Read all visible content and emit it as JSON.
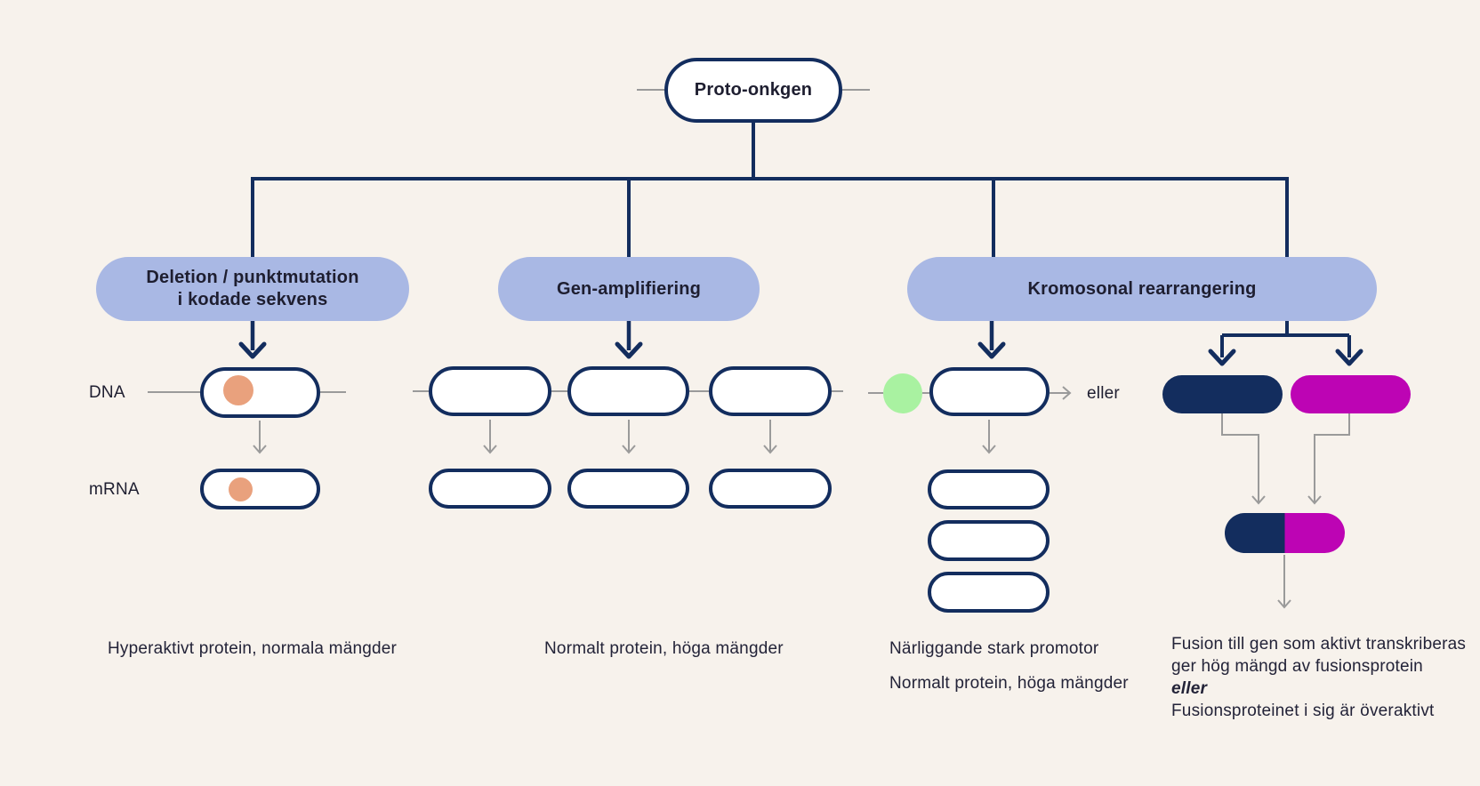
{
  "colors": {
    "bg": "#f7f2ec",
    "navy": "#132d5e",
    "lavender": "#a9b8e4",
    "orange": "#e9a17d",
    "green": "#a9f2a1",
    "magenta": "#bd04b4",
    "gray": "#9a9a9a",
    "ink": "#1e1e30"
  },
  "root_node": {
    "label": "Proto-onkgen"
  },
  "headers": {
    "branch1_line1": "Deletion / punktmutation",
    "branch1_line2": "i kodade sekvens",
    "branch2": "Gen-amplifiering",
    "branch3": "Kromosonal rearrangering"
  },
  "labels": {
    "dna": "DNA",
    "mrna": "mRNA",
    "eller": "eller"
  },
  "captions": {
    "branch1": "Hyperaktivt protein, normala mängder",
    "branch2": "Normalt protein, höga mängder",
    "branch3_line1": "Närliggande stark promotor",
    "branch3_line2": "Normalt protein, höga mängder",
    "branch4_line1": "Fusion till gen som aktivt transkriberas",
    "branch4_line2": "ger hög mängd av fusionsprotein",
    "branch4_line3": "eller",
    "bran4_note": "",
    "branch4_line4": "Fusionsproteinet i sig är överaktivt"
  }
}
